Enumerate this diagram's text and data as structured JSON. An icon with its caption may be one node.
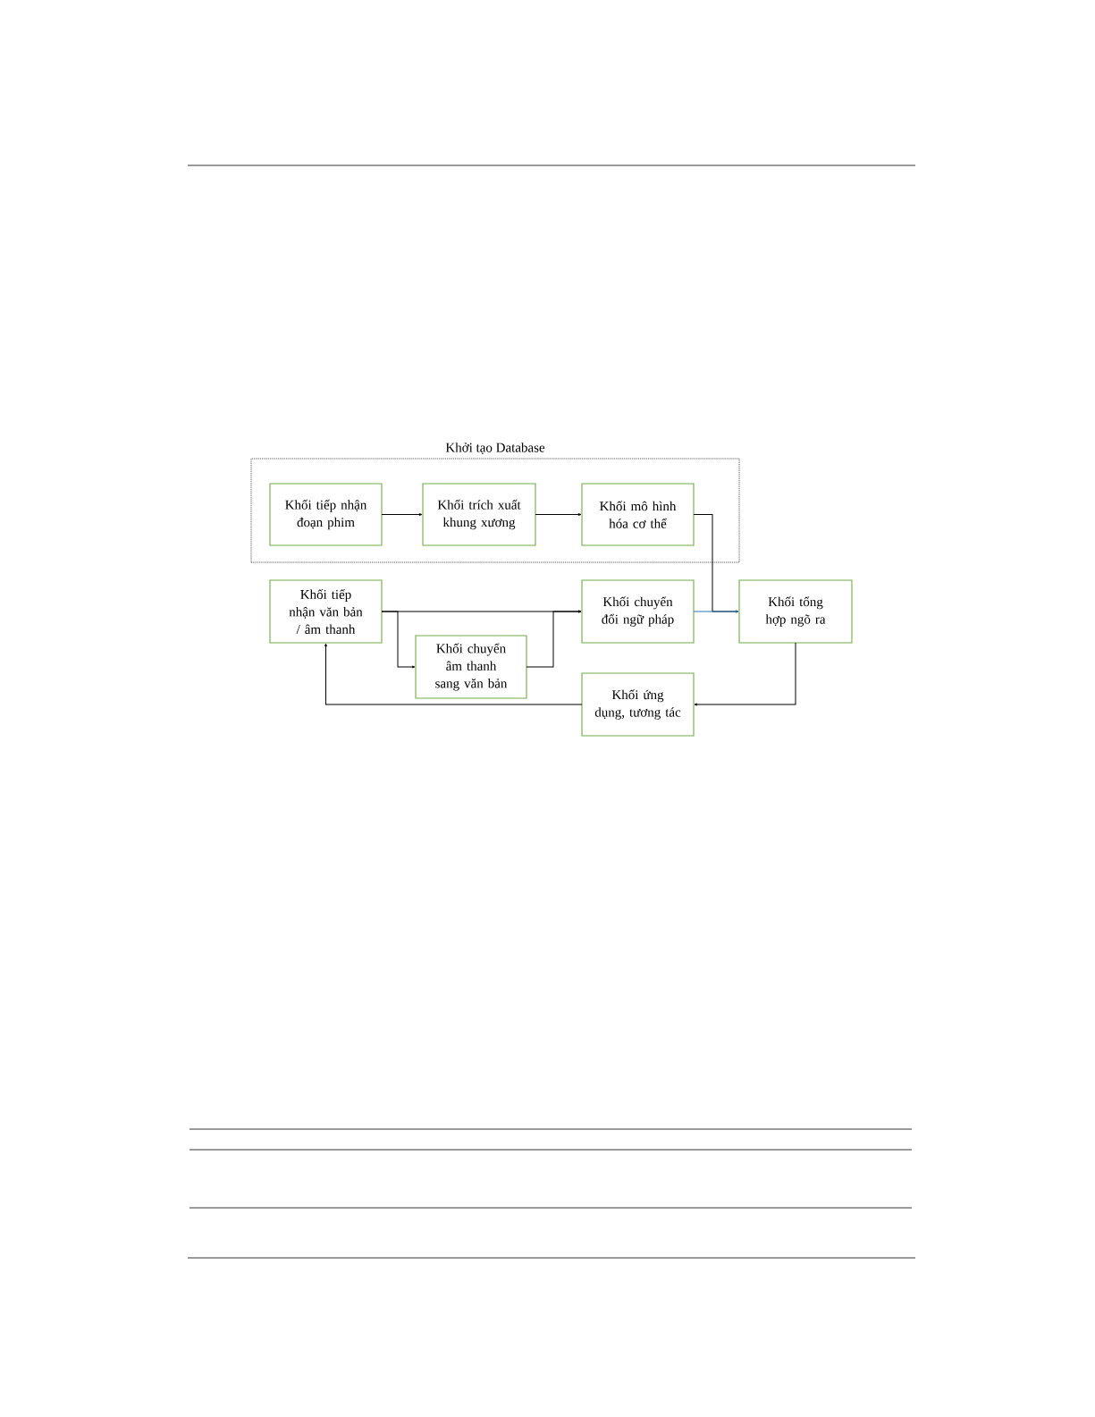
{
  "diagram": {
    "nodes": [
      {
        "text": [
          "Khởi tạo Database"
        ]
      },
      {
        "text": [
          "Khối tiếp nhận đoạn phim"
        ],
        "in": 0
      },
      {
        "text": [
          "Khối trích xuất khung xương"
        ],
        "in": 0
      },
      {
        "text": [
          "Khối mô hình hóa cơ thể"
        ],
        "in": 0
      },
      {
        "text": [
          "Khối tiếp nhận văn bản / âm thanh"
        ]
      },
      {
        "text": [
          "Khối chuyển âm thanh sang văn bản"
        ]
      },
      {
        "text": [
          "Khối chuyển đổi ngữ pháp"
        ]
      },
      {
        "text": [
          "Khối tổng hợp ngõ ra"
        ]
      },
      {
        "text": [
          "Khối ứng dụng, tương tác"
        ]
      }
    ],
    "edges": [
      {
        "from": 1,
        "to": 2,
        "arrow": "to"
      },
      {
        "from": 2,
        "to": 3,
        "arrow": "to"
      },
      {
        "from": 3,
        "to": 7,
        "arrow": "to"
      },
      {
        "from": 4,
        "to": 6,
        "arrow": "to"
      },
      {
        "from": 4,
        "to": 5,
        "arrow": "to"
      },
      {
        "from": 5,
        "to": 6,
        "arrow": "to"
      },
      {
        "from": 6,
        "to": 7,
        "arrow": "to",
        "color": "#2e75b6"
      },
      {
        "from": 7,
        "to": 8,
        "arrow": "to"
      },
      {
        "from": 8,
        "to": 4,
        "arrow": "to"
      }
    ]
  }
}
